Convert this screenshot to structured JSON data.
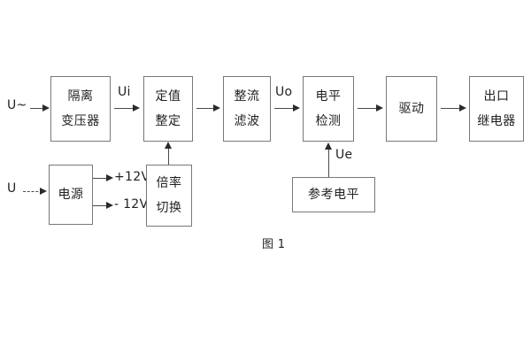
{
  "figure": {
    "caption": "图 1"
  },
  "blocks": {
    "isolation_transformer": {
      "line1": "隔离",
      "line2": "变压器"
    },
    "setting_value": {
      "line1": "定值",
      "line2": "整定"
    },
    "rectify_filter": {
      "line1": "整流",
      "line2": "滤波"
    },
    "level_detection": {
      "line1": "电平",
      "line2": "检测"
    },
    "drive": {
      "line1": "驱动"
    },
    "output_relay": {
      "line1": "出口",
      "line2": "继电器"
    },
    "power_supply": {
      "line1": "电源"
    },
    "multiplier_switch": {
      "line1": "倍率",
      "line2": "切换"
    },
    "reference_level": {
      "line1": "参考电平"
    }
  },
  "signals": {
    "ac_input": "U~",
    "dc_input": "U",
    "ui": "Ui",
    "uo": "Uo",
    "ue": "Ue",
    "plus_12v": "+12V",
    "minus_12v": "- 12V"
  },
  "colors": {
    "block_border": "#787878",
    "connector": "#4a4a4a",
    "text": "#231f20",
    "background": "#ffffff"
  }
}
